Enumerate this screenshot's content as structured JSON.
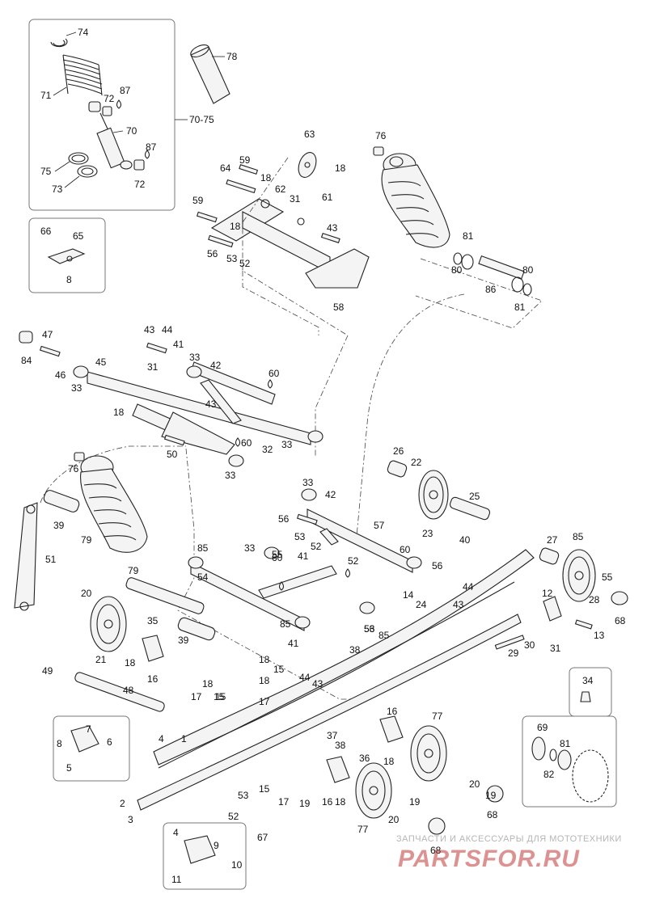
{
  "diagram": {
    "group_label": "70-75",
    "callouts": [
      "74",
      "78",
      "71",
      "72",
      "87",
      "70",
      "87",
      "75",
      "73",
      "72",
      "66",
      "65",
      "8",
      "76",
      "63",
      "59",
      "64",
      "18",
      "62",
      "18",
      "61",
      "59",
      "31",
      "18",
      "43",
      "56",
      "53",
      "52",
      "58",
      "81",
      "80",
      "80",
      "86",
      "81",
      "43",
      "44",
      "41",
      "47",
      "33",
      "42",
      "84",
      "46",
      "33",
      "45",
      "31",
      "60",
      "18",
      "43",
      "60",
      "32",
      "33",
      "50",
      "33",
      "76",
      "39",
      "79",
      "51",
      "26",
      "22",
      "33",
      "42",
      "25",
      "56",
      "53",
      "23",
      "57",
      "52",
      "85",
      "55",
      "33",
      "41",
      "60",
      "56",
      "52",
      "53",
      "14",
      "24",
      "40",
      "27",
      "85",
      "55",
      "54",
      "60",
      "85",
      "44",
      "43",
      "28",
      "68",
      "12",
      "79",
      "35",
      "18",
      "20",
      "56",
      "85",
      "30",
      "31",
      "38",
      "13",
      "29",
      "39",
      "21",
      "18",
      "16",
      "41",
      "49",
      "18",
      "15",
      "44",
      "43",
      "17",
      "48",
      "18",
      "15",
      "17",
      "15",
      "34",
      "16",
      "77",
      "69",
      "81",
      "7",
      "8",
      "6",
      "37",
      "38",
      "36",
      "18",
      "4",
      "1",
      "5",
      "82",
      "20",
      "19",
      "68",
      "16",
      "18",
      "53",
      "15",
      "17",
      "19",
      "2",
      "52",
      "19",
      "77",
      "20",
      "3",
      "67",
      "68",
      "4",
      "9",
      "10",
      "11"
    ]
  },
  "inset_boxes": [
    "shock-absorber-kit",
    "bracket-kit",
    "bearing-detail",
    "grease-fitting",
    "bracket-plate-kit",
    "mount-plate-kit"
  ],
  "watermark": {
    "caption": "ЗАПЧАСТИ И АКСЕССУАРЫ ДЛЯ МОТОТЕХНИКИ",
    "logo_text": "PARTSFOR.RU"
  }
}
